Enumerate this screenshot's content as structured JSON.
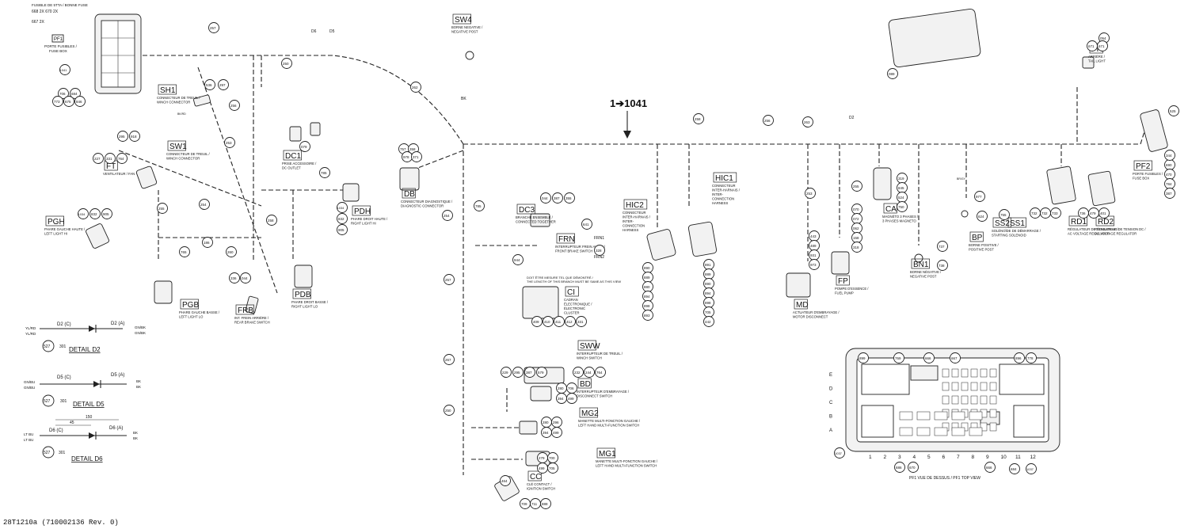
{
  "footer": {
    "drawing_ref": "28T1210a (710002136 Rev. 0)"
  },
  "main_callout": "1➔1041",
  "fuse_box_top": {
    "label": "PF1",
    "desc": [
      "PORTE FUSIBLES /",
      "FUSE BOX"
    ],
    "notes": [
      "FUSIBLE DE 5TTA / BONNE FUSE",
      "668  2X  670  2X",
      "667  2X"
    ]
  },
  "components": [
    {
      "code": "SW4",
      "desc": [
        "BORNE NEGATIVE /",
        "NEGATIVE POST"
      ]
    },
    {
      "code": "SH1",
      "desc": [
        "CONNECTEUR DE TREUIL /",
        "WINCH CONNECTOR"
      ]
    },
    {
      "code": "SW1",
      "desc": [
        "CONNECTEUR DE TREUIL /",
        "WINCH CONNECTOR"
      ]
    },
    {
      "code": "FT",
      "desc": [
        "VENTILATEUR / FAN"
      ]
    },
    {
      "code": "PGH",
      "desc": [
        "PHARE GAUCHE HAUTE /",
        "LEFT LIGHT HI"
      ]
    },
    {
      "code": "PGB",
      "desc": [
        "PHARE GAUCHE BASSE /",
        "LEFT LIGHT LO"
      ]
    },
    {
      "code": "PDH",
      "desc": [
        "PHARE DROIT HAUTE /",
        "RIGHT LIGHT HI"
      ]
    },
    {
      "code": "PDB",
      "desc": [
        "PHARE DROIT BASSE /",
        "RIGHT LIGHT LO"
      ]
    },
    {
      "code": "DB",
      "desc": [
        "CONNECTEUR DIAGNOSTIQUE /",
        "DIAGNOSTIC CONNECTOR"
      ]
    },
    {
      "code": "DC1",
      "desc": [
        "PRISE ACCESSOIRE /",
        "DC OUTLET"
      ]
    },
    {
      "code": "HIC2",
      "desc": [
        "CONNECTEUR",
        "INTER-HARNAIS /",
        "INTER-",
        "CONNECTION",
        "HARNESS"
      ]
    },
    {
      "code": "HIC1",
      "desc": [
        "CONNECTEUR",
        "INTER-HARNAIS /",
        "INTER-",
        "CONNECTION",
        "HARNESS"
      ]
    },
    {
      "code": "CI",
      "desc": [
        "CADRAN",
        "ÉLECTRONIQUE /",
        "ÉLECTRONIC",
        "CLUSTER"
      ]
    },
    {
      "code": "SWW",
      "desc": [
        "INTERRUPTEUR DE TREUIL /",
        "WINCH SWITCH"
      ]
    },
    {
      "code": "BD",
      "desc": [
        "INTERRUPTEUR D'EMBRAYAGE /",
        "DISCONNECT SWITCH"
      ]
    },
    {
      "code": "MG2",
      "desc": [
        "MANETTE MULTI-FONCTION GAUCHE /",
        "LEFT HAND MULTI-FUNCTION SWITCH"
      ]
    },
    {
      "code": "MG1",
      "desc": [
        "MANETTE MULTI-FONCTION GAUCHE /",
        "LEFT HAND MULTI-FUNCTION SWITCH"
      ]
    },
    {
      "code": "CC",
      "desc": [
        "CLÉ CONTACT /",
        "IGNITION SWITCH"
      ]
    },
    {
      "code": "MD",
      "desc": [
        "ACTUATEUR D'EMBRAYAGE /",
        "MOTOR DISCONNECT"
      ]
    },
    {
      "code": "FP",
      "desc": [
        "POMPE D'ESSENCE /",
        "FUEL PUMP"
      ]
    },
    {
      "code": "CA",
      "desc": [
        "MAGNÉTO 3 PHASES /",
        "3 PHASES MAGNETO"
      ]
    },
    {
      "code": "BN1",
      "desc": [
        "BORNE NÉGATIVE /",
        "NEGATIVE POST"
      ]
    },
    {
      "code": "BP",
      "desc": [
        "BORNE POSITIVE /",
        "POSITIVE POST"
      ]
    },
    {
      "code": "SS2",
      "desc": [
        "SOLÉNOÏDE DE DÉMARRAGE /",
        "STARTING SOLENOID"
      ]
    },
    {
      "code": "SS1",
      "desc": []
    },
    {
      "code": "RD1",
      "desc": [
        "RÉGULATEUR DE TENSION AC /",
        "AC VOLTAGE REGULATOR"
      ]
    },
    {
      "code": "RD2",
      "desc": [
        "RÉGULATEUR DE TENSION DC /",
        "DC VOLTAGE REGULATOR"
      ]
    },
    {
      "code": "PF2",
      "desc": [
        "PORTE FUSIBLES /",
        "FUSE BOX"
      ]
    },
    {
      "code": "PR",
      "desc": [
        "ARRIÈRE /",
        "TAIL LIGHT"
      ]
    },
    {
      "code": "FRN",
      "desc": [
        "INTERRUPTEUR FREIN AVANT /",
        "FRONT BRAKE SWITCH"
      ]
    },
    {
      "code": "FRB",
      "desc": [
        "INT. FREIN ARRIÈRE /",
        "REAR BRAKE SWITCH"
      ]
    },
    {
      "code": "DC3",
      "desc": [
        "BRANCHÉ ENSEMBLE /",
        "CONNECTED TOGETHER"
      ]
    }
  ],
  "details": [
    {
      "title": "DETAIL D2",
      "a": "D2 (C)",
      "b": "D2 (A)",
      "left": [
        "YL/RD",
        "YL/RD"
      ],
      "right": [
        "GN/BK",
        "GN/BK"
      ],
      "callouts": [
        "527",
        "301"
      ]
    },
    {
      "title": "DETAIL D5",
      "a": "D5 (C)",
      "b": "D5 (A)",
      "left": [
        "GN/BU",
        "GN/BU"
      ],
      "right": [
        "BK",
        "BK"
      ],
      "callouts": [
        "527",
        "301"
      ]
    },
    {
      "title": "DETAIL D6",
      "a": "D6 (C)",
      "b": "D6 (A)",
      "left": [
        "LT BU",
        "LT BU"
      ],
      "right": [
        "BK",
        "BK"
      ],
      "callouts": [
        "527",
        "301"
      ],
      "dims": [
        "150",
        "45"
      ]
    }
  ],
  "fuse_panel_view": {
    "caption": "PF1 VUE DE DESSUS / PF1 TOP VIEW",
    "rows": [
      "E",
      "D",
      "C",
      "B",
      "A"
    ],
    "cols": [
      "1",
      "2",
      "3",
      "4",
      "5",
      "6",
      "7",
      "8",
      "9",
      "10",
      "11",
      "12"
    ],
    "top_callouts": [
      "899",
      "769",
      "666",
      "667",
      "896",
      "778"
    ],
    "bottom_callouts": [
      "686",
      "670",
      "666",
      "684",
      "1037"
    ],
    "left_callout": "1037"
  },
  "wire_callouts": [
    "257",
    "250",
    "262",
    "256",
    "253",
    "254",
    "255",
    "258",
    "260",
    "765",
    "785",
    "186",
    "785",
    "254",
    "257",
    "267",
    "250",
    "258",
    "256",
    "263",
    "253",
    "255"
  ],
  "part_callouts": [
    "1041",
    "706",
    "684",
    "773",
    "675",
    "846",
    "536",
    "297",
    "295",
    "918",
    "227",
    "331",
    "764",
    "1034",
    "832",
    "905",
    "336",
    "044",
    "079",
    "1034",
    "832",
    "905",
    "757",
    "358",
    "978",
    "371",
    "044",
    "387",
    "355",
    "641",
    "328",
    "944",
    "409",
    "410",
    "411",
    "412",
    "331",
    "229",
    "295",
    "387",
    "579",
    "232",
    "244",
    "764",
    "280",
    "706",
    "394",
    "499",
    "280",
    "296",
    "394",
    "499",
    "279",
    "700",
    "499",
    "705",
    "464",
    "709",
    "711",
    "888",
    "890",
    "889",
    "880",
    "894",
    "898",
    "893",
    "891",
    "889",
    "890",
    "894",
    "898",
    "705",
    "442",
    "443",
    "489",
    "931",
    "973",
    "070",
    "072",
    "062",
    "158",
    "318",
    "319",
    "845",
    "524",
    "750",
    "977",
    "624",
    "755",
    "737",
    "738",
    "732",
    "732",
    "733",
    "736",
    "479",
    "401",
    "690",
    "470",
    "784",
    "387",
    "344",
    "054",
    "671",
    "671",
    "089",
    "525"
  ],
  "diagnostic_note": [
    "DOIT ÊTRE MESURE TEL QUE DÉMONTRÉ /",
    "THE LENGTH OF THIS BRANCH MUST BE SAME AS THIS VIEW"
  ],
  "misc_labels": [
    "D6",
    "D5",
    "D2",
    "BK",
    "FRN1",
    "FRN2",
    "BK/RD",
    "BR/GY"
  ]
}
